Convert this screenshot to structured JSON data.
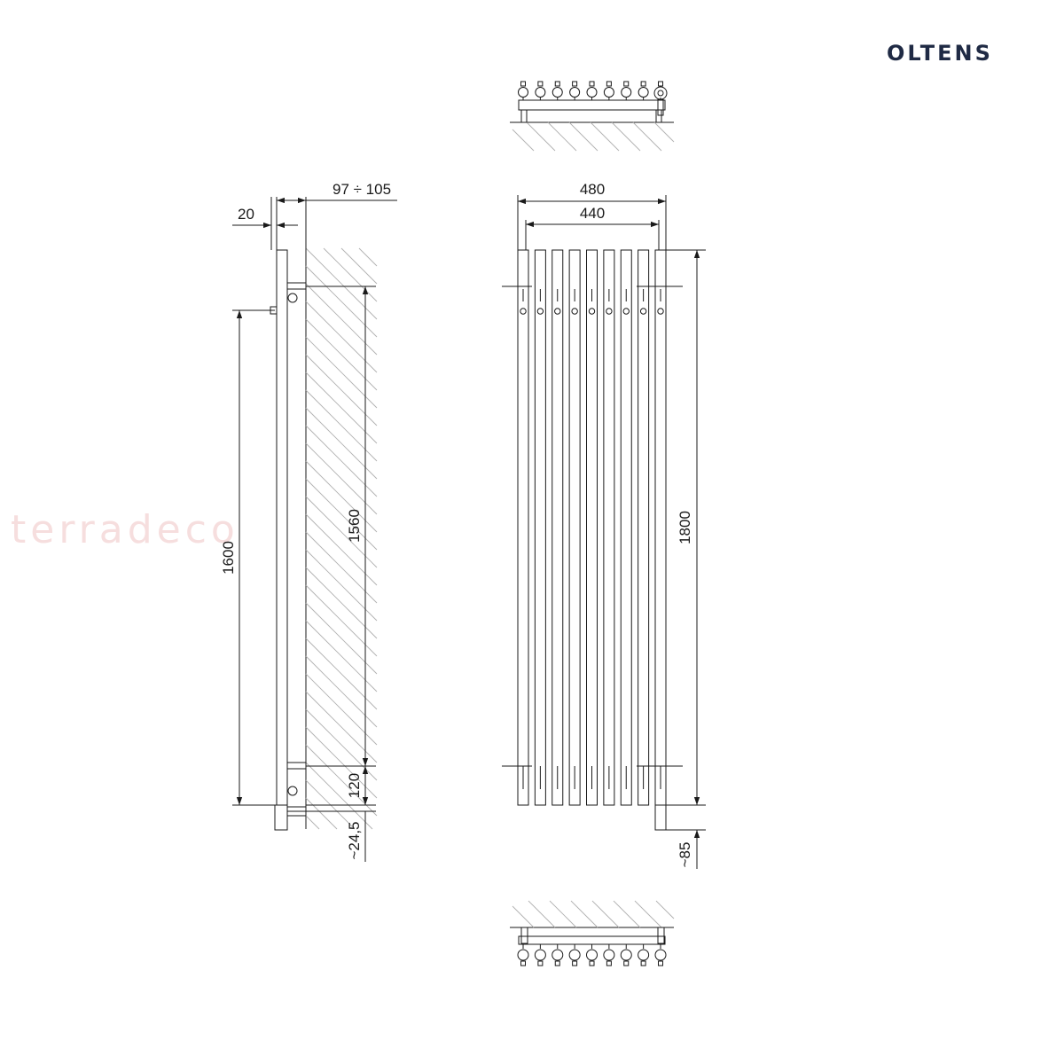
{
  "brand": {
    "name": "OLTENS",
    "color": "#1f2a44"
  },
  "watermark": {
    "text": "terradeco",
    "color": "#f6dede"
  },
  "dimensions": {
    "side_tube_depth": "20",
    "wall_distance": "97 ÷ 105",
    "total_width": "480",
    "connection_spacing": "440",
    "height_side": "1600",
    "mounting_spacing": "1560",
    "bottom_offset": "120",
    "valve_offset": "~24,5",
    "total_height": "1800",
    "valve_drop": "~85"
  },
  "tube_count": 9,
  "line_color": "#1a1a1a",
  "hatch_color": "#b0b0b0"
}
